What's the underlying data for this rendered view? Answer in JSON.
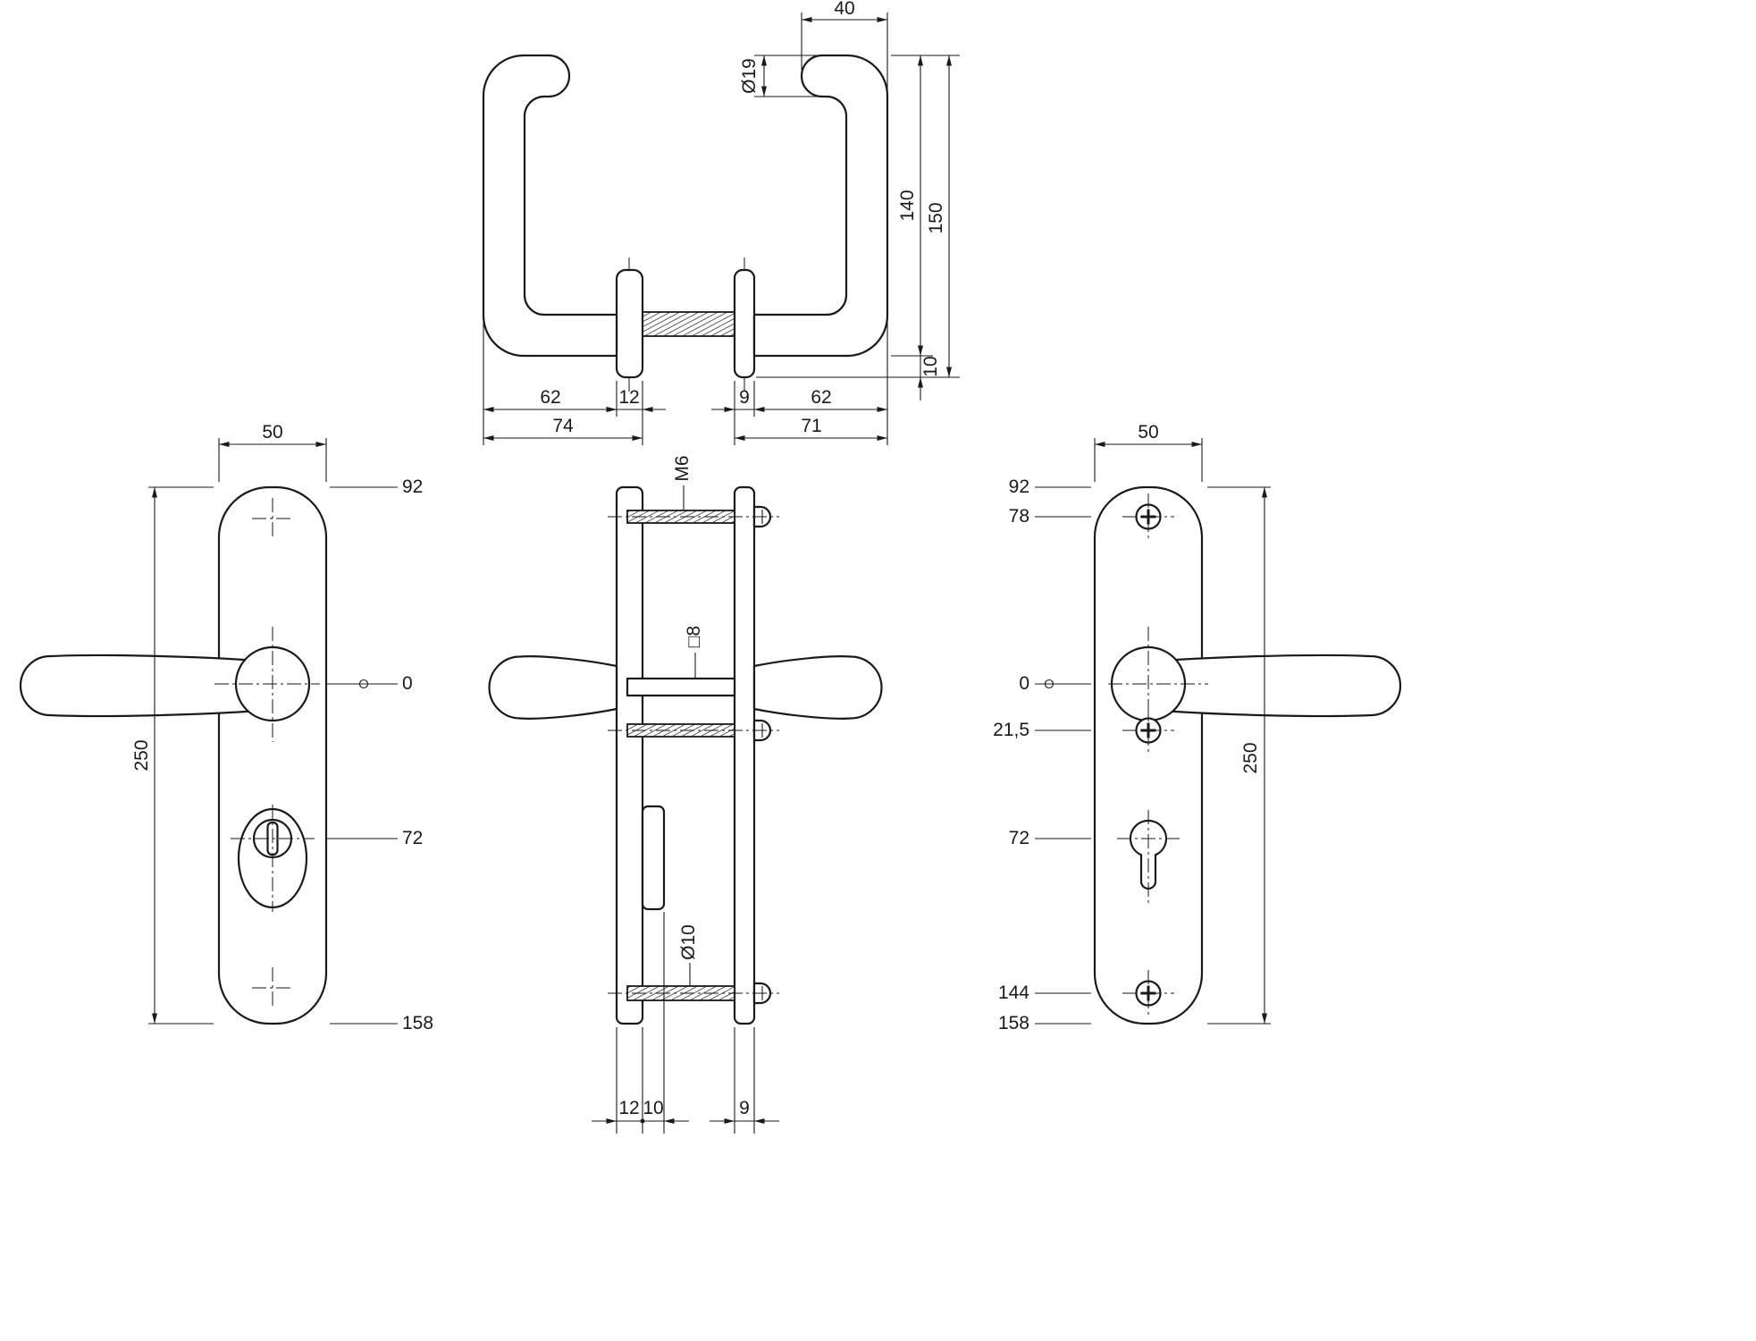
{
  "colors": {
    "line": "#1a1a1a",
    "background": "#ffffff"
  },
  "views": {
    "handle_side": {
      "top_width": "40",
      "grip_diameter": "Ø19",
      "grip_height": "140",
      "total_height": "150",
      "rosette_offset": "10",
      "grip_reach_left": "62",
      "outside_rosette_thickness": "12",
      "inside_rosette_thickness": "9",
      "grip_reach_right": "62",
      "total_depth_left": "74",
      "total_depth_right": "71"
    },
    "outside_plate": {
      "plate_width": "50",
      "plate_height": "250",
      "top_edge": "92",
      "handle_axis": "0",
      "cylinder_distance": "72",
      "bottom_edge": "158"
    },
    "edge_profile": {
      "screw_thread": "M6",
      "spindle_square": "□8",
      "screw_diameter": "Ø10",
      "outside_plate_thickness": "12",
      "cylinder_pad_thickness": "10",
      "inside_plate_thickness": "9"
    },
    "inside_plate": {
      "plate_width": "50",
      "plate_height": "250",
      "top_edge": "92",
      "top_screw": "78",
      "handle_axis": "0",
      "neck_screw": "21,5",
      "cylinder_distance": "72",
      "bottom_screw": "144",
      "bottom_edge": "158"
    }
  }
}
